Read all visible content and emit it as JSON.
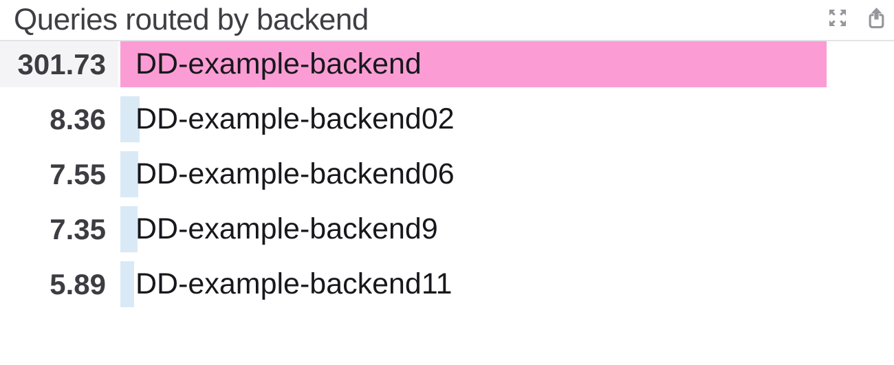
{
  "header": {
    "title": "Queries routed by backend",
    "actions": [
      {
        "icon": "fullscreen-icon"
      },
      {
        "icon": "share-icon"
      }
    ]
  },
  "chart_data": {
    "type": "bar",
    "orientation": "horizontal",
    "title": "Queries routed by backend",
    "categories": [
      "DD-example-backend",
      "DD-example-backend02",
      "DD-example-backend06",
      "DD-example-backend9",
      "DD-example-backend11"
    ],
    "values": [
      301.73,
      8.36,
      7.55,
      7.35,
      5.89
    ],
    "value_labels": [
      "301.73",
      "8.36",
      "7.55",
      "7.35",
      "5.89"
    ],
    "xlim": [
      0,
      301.73
    ],
    "highlight_index": 0,
    "legend": "none",
    "grid": false,
    "colors": {
      "highlight_bar": "#fb9dd4",
      "bar": "#d9eaf6",
      "highlight_value_bg": "#f4f4f6",
      "value_text": "#3c3c42",
      "label_text": "#18181c",
      "icon": "#96969b"
    }
  }
}
